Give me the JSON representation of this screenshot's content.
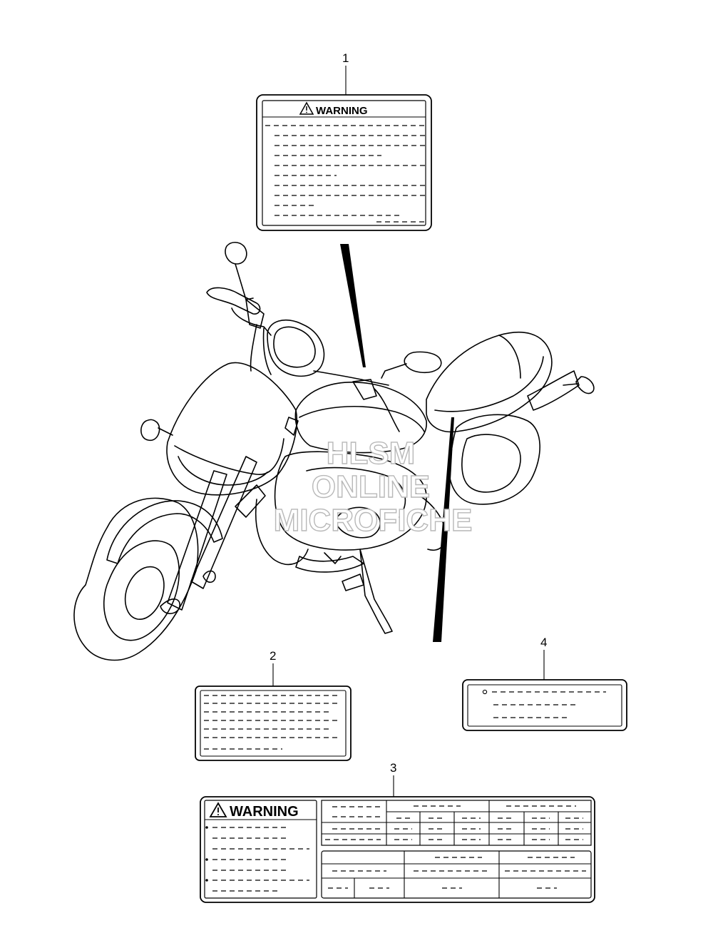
{
  "callouts": {
    "c1": "1",
    "c2": "2",
    "c3": "3",
    "c4": "4"
  },
  "labels": {
    "label1_title": "WARNING",
    "label3_title": "WARNING"
  },
  "watermark": {
    "line1": "HLSM",
    "line2": "ONLINE",
    "line3": "MICROFICHE"
  }
}
